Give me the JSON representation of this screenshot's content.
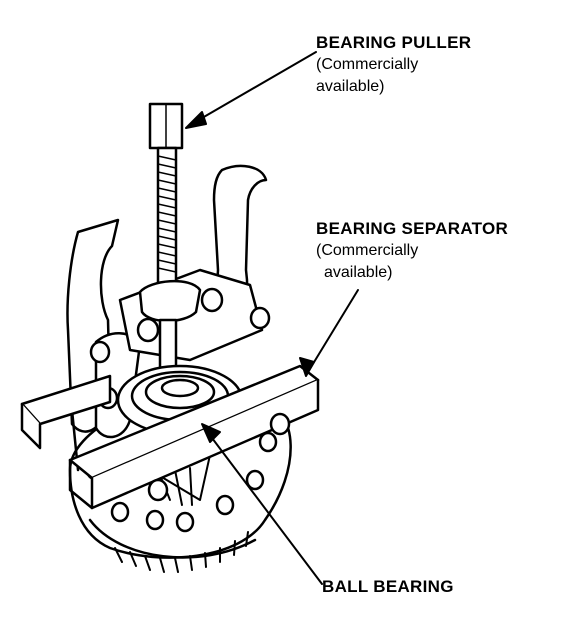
{
  "callouts": {
    "bearing_puller": {
      "title": "BEARING PULLER",
      "line1": "(Commercially",
      "line2": "available)"
    },
    "bearing_separator": {
      "title": "BEARING SEPARATOR",
      "line1": "(Commercially",
      "line2": "available)"
    },
    "ball_bearing": {
      "title": "BALL BEARING"
    }
  },
  "colors": {
    "ink": "#000000",
    "paper": "#ffffff"
  }
}
